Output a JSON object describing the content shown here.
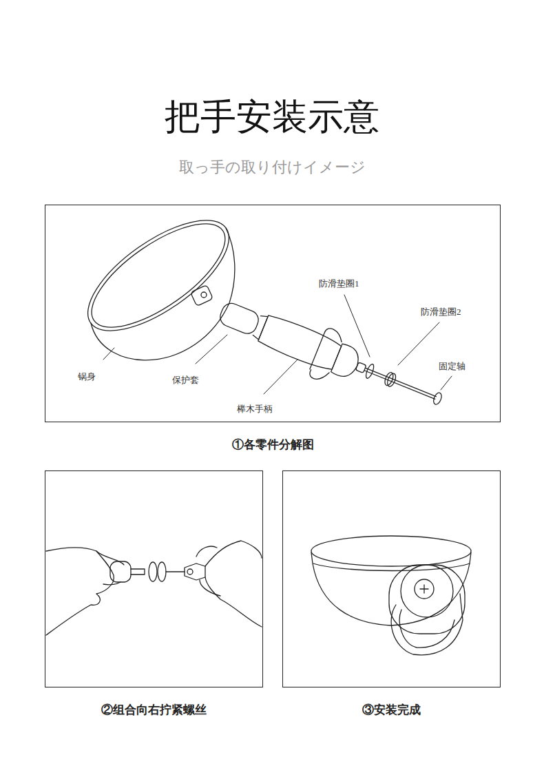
{
  "diagram": {
    "title": "把手安装示意",
    "nodes": [
      {
        "text": [
          "①各零件分解图"
        ]
      },
      {
        "text": [
          "②组合向右拧紧螺丝"
        ]
      },
      {
        "text": [
          "③安装完成"
        ]
      }
    ],
    "labels": [
      "取っ手の取り付けイメージ",
      "防滑垫圈1",
      "防滑垫圈2",
      "固定轴",
      "锅身",
      "保护套",
      "榉木手柄"
    ]
  }
}
